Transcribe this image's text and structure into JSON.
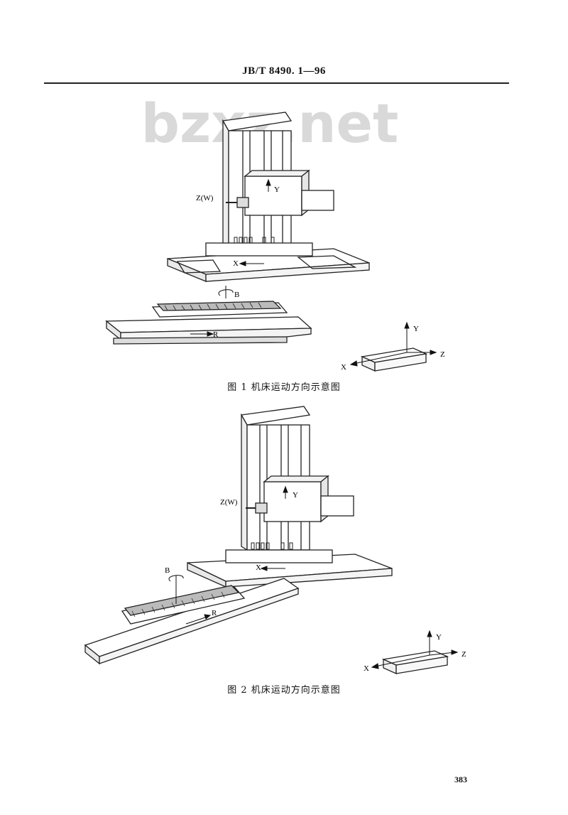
{
  "header": {
    "standard_no": "JB/T 8490. 1—96"
  },
  "watermark": {
    "text": "bzxz.net"
  },
  "figure1": {
    "caption": "图 1   机床运动方向示意图",
    "labels": {
      "zw": "Z(W)",
      "y": "Y",
      "x": "X",
      "b": "B",
      "r": "R"
    },
    "axes": {
      "x": "X",
      "y": "Y",
      "z": "Z"
    }
  },
  "figure2": {
    "caption": "图 2   机床运动方向示意图",
    "labels": {
      "zw": "Z(W)",
      "y": "Y",
      "x": "X",
      "b": "B",
      "r": "R"
    },
    "axes": {
      "x": "X",
      "y": "Y",
      "z": "Z"
    }
  },
  "footer": {
    "page_number": "383"
  }
}
